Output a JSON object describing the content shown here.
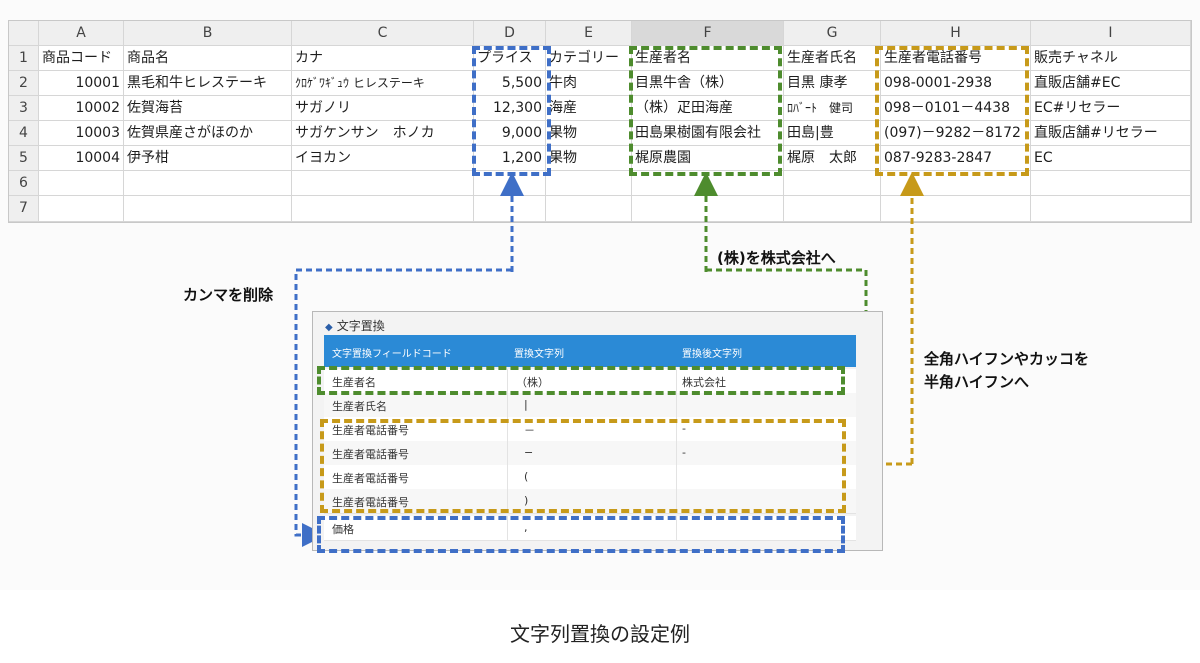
{
  "spreadsheet": {
    "columns": [
      "A",
      "B",
      "C",
      "D",
      "E",
      "F",
      "G",
      "H",
      "I"
    ],
    "rows": [
      [
        "1",
        "商品コード",
        "商品名",
        "カナ",
        "プライス",
        "カテゴリー",
        "生産者名",
        "生産者氏名",
        "生産者電話番号",
        "販売チャネル"
      ],
      [
        "2",
        "10001",
        "黒毛和牛ヒレステーキ",
        "ｸﾛｹﾞﾜｷﾞｭｳ ヒレステーキ",
        "5,500",
        "牛肉",
        "目黒牛舎（株）",
        "目黒 康孝",
        "098-0001-2938",
        "直販店舗#EC"
      ],
      [
        "3",
        "10002",
        "佐賀海苔",
        "サガノリ",
        "12,300",
        "海産",
        "（株）疋田海産",
        "ﾛﾊﾞｰﾄ　健司",
        "098－0101－4438",
        "EC#リセラー"
      ],
      [
        "4",
        "10003",
        "佐賀県産さがほのか",
        "サガケンサン　ホノカ",
        "9,000",
        "果物",
        "田島果樹園有限会社",
        "田島|豊",
        "(097)－9282－8172",
        "直販店舗#リセラー"
      ],
      [
        "5",
        "10004",
        "伊予柑",
        "イヨカン",
        "1,200",
        "果物",
        "梶原農園",
        "梶原　太郎",
        "087-9283-2847",
        "EC"
      ],
      [
        "6",
        "",
        "",
        "",
        "",
        "",
        "",
        "",
        "",
        ""
      ],
      [
        "7",
        "",
        "",
        "",
        "",
        "",
        "",
        "",
        "",
        ""
      ]
    ]
  },
  "labels": {
    "comma": "カンマを削除",
    "kabushiki": "(株)を株式会社へ",
    "hyphen_line1": "全角ハイフンやカッコを",
    "hyphen_line2": "半角ハイフンへ"
  },
  "panel": {
    "title": "文字置換",
    "head": [
      "文字置換フィールドコード",
      "置換文字列",
      "置換後文字列"
    ],
    "rows": [
      [
        "生産者名",
        "（株）",
        "株式会社"
      ],
      [
        "生産者氏名",
        "|",
        ""
      ],
      [
        "生産者電話番号",
        "－",
        "-"
      ],
      [
        "生産者電話番号",
        "−",
        "-"
      ],
      [
        "生産者電話番号",
        "(",
        ""
      ],
      [
        "生産者電話番号",
        ")",
        ""
      ],
      [
        "価格",
        ",",
        ""
      ]
    ]
  },
  "caption": "文字列置換の設定例",
  "colors": {
    "blue": "#3f6fc7",
    "green": "#4e8c2e",
    "gold": "#c79a1a",
    "header_blue": "#2b8ad6"
  }
}
